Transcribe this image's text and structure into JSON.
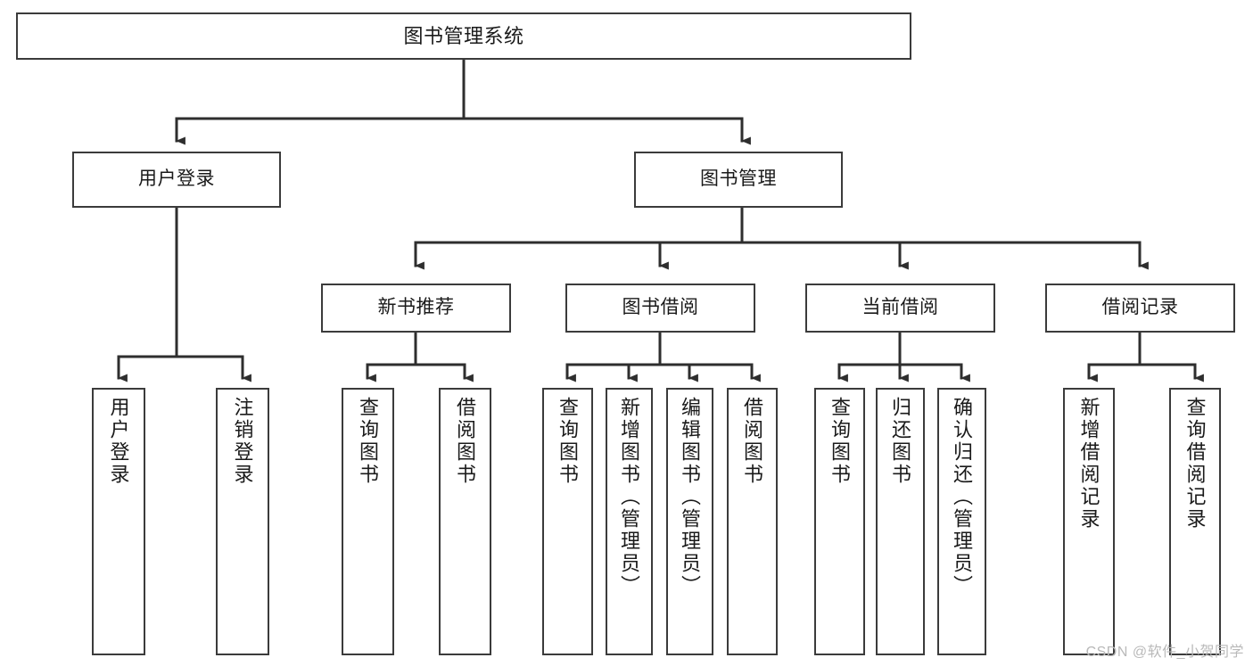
{
  "diagram": {
    "title": "图书管理系统",
    "type": "hierarchy-tree",
    "colors": {
      "box_border": "#3b3b3b",
      "box_fill": "#ffffff",
      "connector": "#2e2e2e",
      "text": "#1a1a1a",
      "watermark": "#b9b9b9"
    },
    "levels": {
      "root": {
        "label": "图书管理系统"
      },
      "level2": [
        {
          "id": "user-login",
          "label": "用户登录"
        },
        {
          "id": "book-manage",
          "label": "图书管理"
        }
      ],
      "level3": [
        {
          "id": "new-book-rec",
          "label": "新书推荐"
        },
        {
          "id": "book-borrow",
          "label": "图书借阅"
        },
        {
          "id": "current-borrow",
          "label": "当前借阅"
        },
        {
          "id": "borrow-record",
          "label": "借阅记录"
        }
      ],
      "leaves": [
        {
          "id": "leaf-user-login",
          "label": "用户登录",
          "parent": "user-login"
        },
        {
          "id": "leaf-logout",
          "label": "注销登录",
          "parent": "user-login"
        },
        {
          "id": "leaf-query-book-1",
          "label": "查询图书",
          "parent": "new-book-rec"
        },
        {
          "id": "leaf-borrow-book-1",
          "label": "借阅图书",
          "parent": "new-book-rec"
        },
        {
          "id": "leaf-query-book-2",
          "label": "查询图书",
          "parent": "book-borrow"
        },
        {
          "id": "leaf-add-book",
          "label": "新增图书（管理员）",
          "parent": "book-borrow"
        },
        {
          "id": "leaf-edit-book",
          "label": "编辑图书（管理员）",
          "parent": "book-borrow"
        },
        {
          "id": "leaf-borrow-book-2",
          "label": "借阅图书",
          "parent": "book-borrow"
        },
        {
          "id": "leaf-query-book-3",
          "label": "查询图书",
          "parent": "current-borrow"
        },
        {
          "id": "leaf-return-book",
          "label": "归还图书",
          "parent": "current-borrow"
        },
        {
          "id": "leaf-confirm-return",
          "label": "确认归还（管理员）",
          "parent": "current-borrow"
        },
        {
          "id": "leaf-add-record",
          "label": "新增借阅记录",
          "parent": "borrow-record"
        },
        {
          "id": "leaf-query-record",
          "label": "查询借阅记录",
          "parent": "borrow-record"
        }
      ]
    }
  },
  "watermark": {
    "text": "CSDN @软件_小贺同学"
  }
}
